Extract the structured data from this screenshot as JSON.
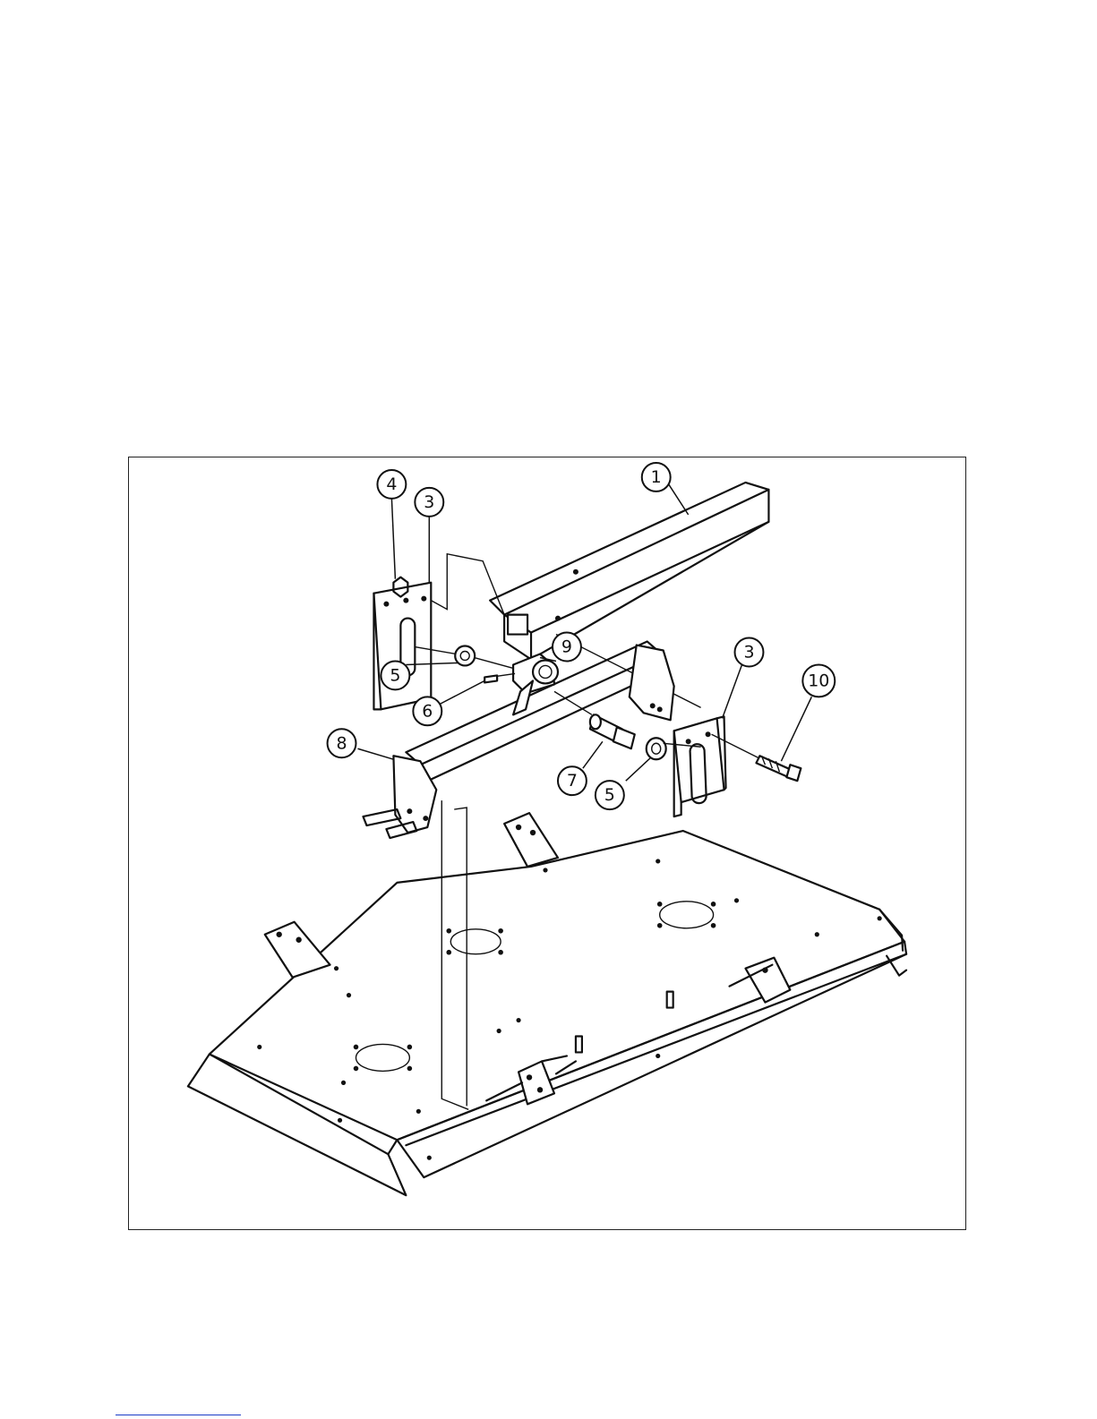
{
  "diagram": {
    "callouts": [
      {
        "id": "c1",
        "label": "1"
      },
      {
        "id": "c3a",
        "label": "3"
      },
      {
        "id": "c3b",
        "label": "3"
      },
      {
        "id": "c4",
        "label": "4"
      },
      {
        "id": "c5a",
        "label": "5"
      },
      {
        "id": "c5b",
        "label": "5"
      },
      {
        "id": "c6",
        "label": "6"
      },
      {
        "id": "c7",
        "label": "7"
      },
      {
        "id": "c8",
        "label": "8"
      },
      {
        "id": "c9",
        "label": "9"
      },
      {
        "id": "c10",
        "label": "10"
      }
    ]
  },
  "colors": {
    "ink": "#111111",
    "footnote_rule": "#1a3cc8"
  }
}
